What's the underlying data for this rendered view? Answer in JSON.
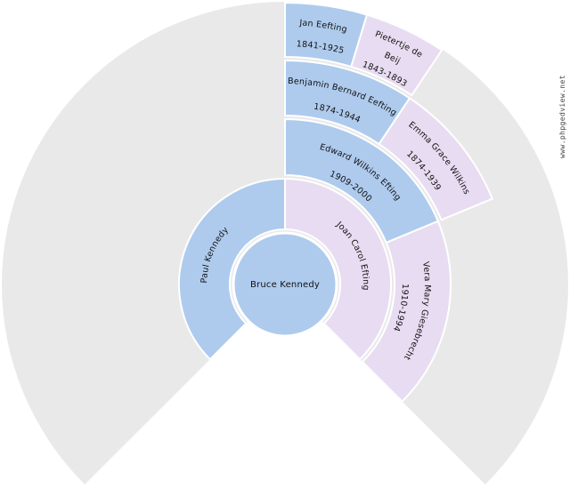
{
  "colors": {
    "male": "#aecbee",
    "female": "#e8dcf2",
    "empty": "#e9e9e9",
    "background": "#ffffff",
    "text": "#111111",
    "watermark": "#444444"
  },
  "watermark": {
    "text": "www.phpgedview.net"
  },
  "people": {
    "center": {
      "name": "Bruce Kennedy"
    },
    "gen2": {
      "father": {
        "name": "Paul Kennedy"
      },
      "mother": {
        "name": "Joan Carol Efting"
      }
    },
    "gen3": {
      "maternal_grandfather": {
        "name": "Edward Wilkins Efting",
        "dates": "1909-2000"
      },
      "maternal_grandmother": {
        "name": "Vera Mary Giesebrecht",
        "dates": "1910-1994"
      }
    },
    "gen4": {
      "great_grandfather": {
        "name": "Benjamin Bernard Eefting",
        "dates": "1874-1944"
      },
      "great_grandmother": {
        "name": "Emma Grace Wilkins",
        "dates": "1874-1939"
      }
    },
    "gen5": {
      "gg_grandfather": {
        "name": "Jan Eefting",
        "dates": "1841-1925"
      },
      "gg_grandmother": {
        "name": "Pietertje de Beij",
        "name_lines": [
          "Pietertje de",
          "Beij"
        ],
        "dates": "1843-1893"
      }
    }
  }
}
